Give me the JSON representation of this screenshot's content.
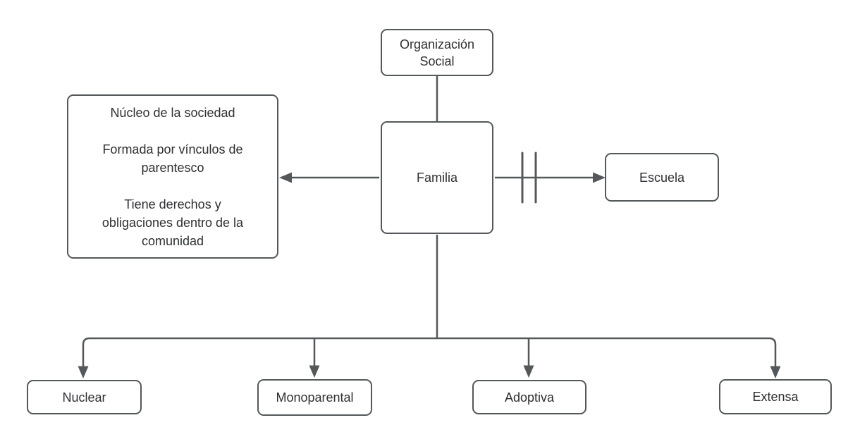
{
  "colors": {
    "background": "#ffffff",
    "stroke": "#54585a",
    "text": "#2d2f31",
    "node_fill": "#ffffff"
  },
  "diagram": {
    "title_node": "Organización Social",
    "nodes": {
      "organizacion_social": {
        "label": "Organización Social"
      },
      "familia": {
        "label": "Familia"
      },
      "familia_description": {
        "lines": [
          "Núcleo de la sociedad",
          "Formada por vínculos de parentesco",
          "Tiene derechos y obligaciones dentro de la comunidad"
        ]
      },
      "escuela": {
        "label": "Escuela"
      },
      "nuclear": {
        "label": "Nuclear"
      },
      "monoparental": {
        "label": "Monoparental"
      },
      "adoptiva": {
        "label": "Adoptiva"
      },
      "extensa": {
        "label": "Extensa"
      }
    },
    "edges": [
      {
        "from": "organizacion_social",
        "to": "familia",
        "style": "plain-line"
      },
      {
        "from": "familia",
        "to": "familia_description",
        "style": "arrow"
      },
      {
        "from": "familia",
        "to": "escuela",
        "style": "arrow-with-double-bar-marks"
      },
      {
        "from": "familia",
        "to": "nuclear",
        "style": "arrow"
      },
      {
        "from": "familia",
        "to": "monoparental",
        "style": "arrow"
      },
      {
        "from": "familia",
        "to": "adoptiva",
        "style": "arrow"
      },
      {
        "from": "familia",
        "to": "extensa",
        "style": "arrow"
      }
    ]
  }
}
